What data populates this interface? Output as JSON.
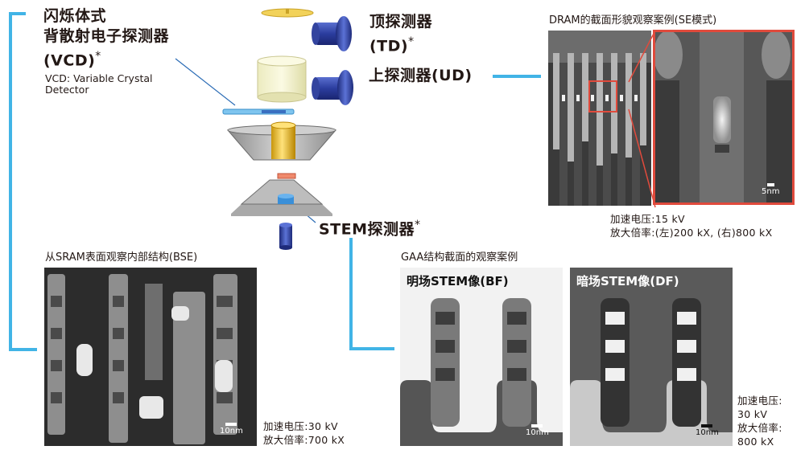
{
  "detectors": {
    "vcd_line1": "闪烁体式",
    "vcd_line2": "背散射电子探测器",
    "vcd_line3": "(VCD)",
    "vcd_star": "*",
    "vcd_note_line1": "VCD: Variable Crystal",
    "vcd_note_line2": "Detector",
    "td_line1": "顶探测器",
    "td_line2": "(TD)",
    "td_star": "*",
    "ud": "上探测器(UD)",
    "stem": "STEM探测器",
    "stem_star": "*"
  },
  "dram_panel": {
    "caption": "DRAM的截面形貌观察案例(SE模式)",
    "scale": "5nm",
    "param_line1": "加速电压:15 kV",
    "param_line2": "放大倍率:(左)200 kX, (右)800 kX"
  },
  "sram_panel": {
    "caption": "从SRAM表面观察内部结构(BSE)",
    "scale": "10nm",
    "param_line1": "加速电压:30 kV",
    "param_line2": "放大倍率:700 kX"
  },
  "gaa_panel": {
    "caption": "GAA结构截面的观察案例",
    "bf_title": "明场STEM像(BF)",
    "df_title": "暗场STEM像(DF)",
    "bf_scale": "10nm",
    "df_scale": "10nm",
    "param_line1": "加速电压:",
    "param_line2": "30 kV",
    "param_line3": "放大倍率:",
    "param_line4": "800 kX"
  },
  "colors": {
    "accent_line": "#41b4e6",
    "zoom_frame": "#e04a3c",
    "detector_blue": "#2b3d9e"
  }
}
